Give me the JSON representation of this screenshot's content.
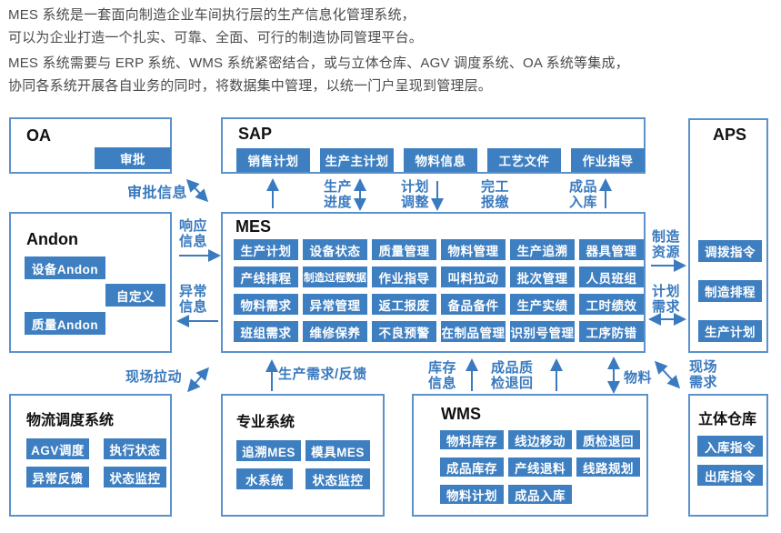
{
  "intro": {
    "line1": "MES 系统是一套面向制造企业车间执行层的生产信息化管理系统，",
    "line2": "可以为企业打造一个扎实、可靠、全面、可行的制造协同管理平台。",
    "line3": "MES 系统需要与 ERP 系统、WMS 系统紧密结合，或与立体仓库、AGV 调度系统、OA 系统等集成，",
    "line4": "协同各系统开展各自业务的同时，将数据集中管理，以统一门户呈现到管理层。"
  },
  "colors": {
    "chip_blue": "#3e7fc1",
    "border_blue": "#5b92cc",
    "flow_blue": "#3a7abf",
    "intro_text": "#4b4b4b"
  },
  "boxes": {
    "oa": {
      "title": "OA",
      "items": [
        "审批"
      ]
    },
    "sap": {
      "title": "SAP",
      "items": [
        "销售计划",
        "生产主计划",
        "物料信息",
        "工艺文件",
        "作业指导"
      ]
    },
    "aps": {
      "title": "APS",
      "items": [
        "调拨指令",
        "制造排程",
        "生产计划"
      ]
    },
    "andon": {
      "title": "Andon",
      "items": [
        "设备Andon",
        "自定义",
        "质量Andon"
      ]
    },
    "mes": {
      "title": "MES",
      "items": [
        "生产计划",
        "设备状态",
        "质量管理",
        "物料管理",
        "生产追溯",
        "器具管理",
        "产线排程",
        "制造过程数据",
        "作业指导",
        "叫料拉动",
        "批次管理",
        "人员班组",
        "物料需求",
        "异常管理",
        "返工报废",
        "备品备件",
        "生产实绩",
        "工时绩效",
        "班组需求",
        "维修保养",
        "不良预警",
        "在制品管理",
        "识别号管理",
        "工序防错"
      ]
    },
    "logistics": {
      "title": "物流调度系统",
      "items": [
        "AGV调度",
        "执行状态",
        "异常反馈",
        "状态监控"
      ]
    },
    "special": {
      "title": "专业系统",
      "items": [
        "追溯MES",
        "模具MES",
        "水系统",
        "状态监控"
      ]
    },
    "wms": {
      "title": "WMS",
      "items": [
        "物料库存",
        "线边移动",
        "质检退回",
        "成品库存",
        "产线退料",
        "线路规划",
        "物料计划",
        "成品入库"
      ]
    },
    "cube": {
      "title": "立体仓库",
      "items": [
        "入库指令",
        "出库指令"
      ]
    }
  },
  "flows": {
    "approval_info": "审批信息",
    "production_progress": "生产进度",
    "plan_adjust": "计划调整",
    "completion_report": "完工报缴",
    "finished_goods_in": "成品入库",
    "response_info": "响应信息",
    "abnormal_info": "异常信息",
    "mfg_resource": "制造资源",
    "plan_demand": "计划需求",
    "site_pull": "现场拉动",
    "prod_demand_feedback": "生产需求/反馈",
    "inventory_info": "库存信息",
    "quality_return": "成品质检退回",
    "material": "物料",
    "site_demand": "现场需求"
  }
}
